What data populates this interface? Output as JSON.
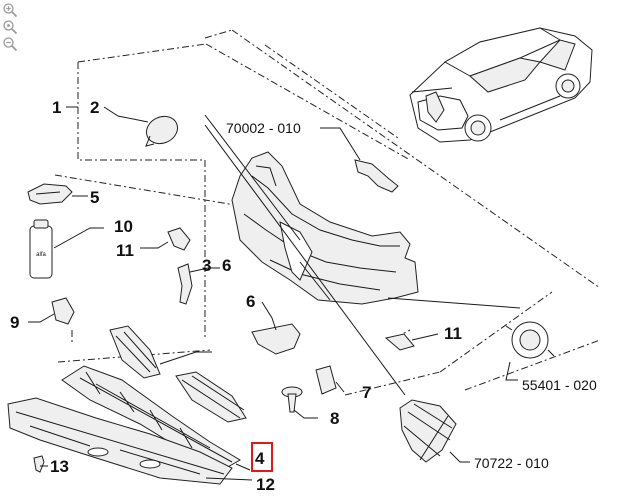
{
  "toolbar": {
    "icons": [
      "zoom-in-icon",
      "zoom-search-icon",
      "zoom-out-icon"
    ]
  },
  "callouts": {
    "c1": "1",
    "c2": "2",
    "c3": "3",
    "c4": "4",
    "c5": "5",
    "c6a": "6",
    "c6b": "6",
    "c7": "7",
    "c8": "8",
    "c9": "9",
    "c10": "10",
    "c11a": "11",
    "c11b": "11",
    "c12": "12",
    "c13": "13"
  },
  "references": {
    "r1": "70002 - 010",
    "r2": "55401 - 020",
    "r3": "70722 - 010"
  },
  "highlight": {
    "part": "4",
    "color": "#e01919"
  },
  "bottle_label": "alfa"
}
